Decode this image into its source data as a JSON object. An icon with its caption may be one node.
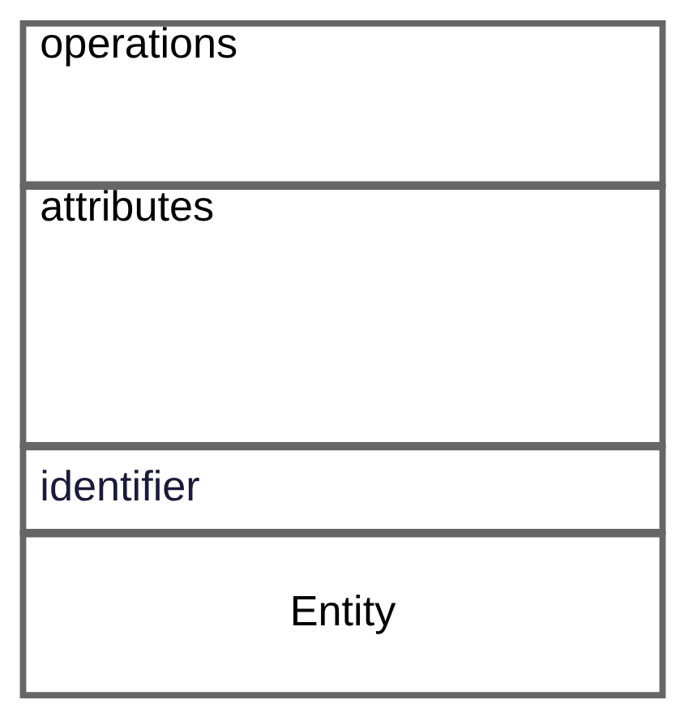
{
  "diagram": {
    "nodes": [
      {
        "text": [
          "Entity"
        ]
      },
      {
        "text": [
          "identifier"
        ]
      },
      {
        "text": [
          "attributes"
        ]
      },
      {
        "text": [
          "operations"
        ]
      }
    ],
    "edges": []
  }
}
